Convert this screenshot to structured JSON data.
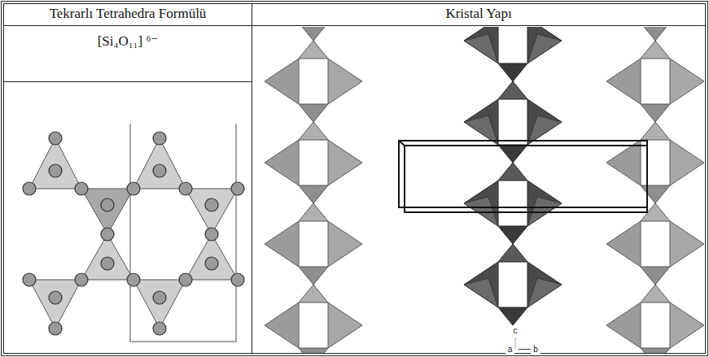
{
  "diagram": {
    "labels": [
      "Tekrarlı Tetrahedra Formülü",
      "Kristal Yapı",
      "[Si₄O₁₁] ⁶⁻",
      "c",
      "a",
      "b"
    ]
  }
}
